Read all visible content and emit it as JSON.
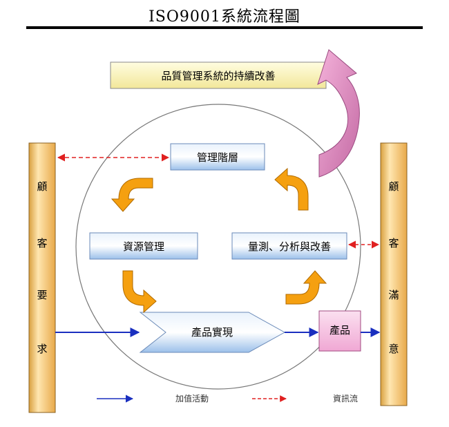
{
  "title": "ISO9001系統流程圖",
  "boxes": {
    "improvement": "品質管理系統的持續改善",
    "management": "管理階層",
    "resource": "資源管理",
    "measurement": "量測、分析與改善",
    "realization": "產品實現",
    "product": "產品"
  },
  "left_bar": [
    "顧",
    "客",
    "要",
    "求"
  ],
  "right_bar": [
    "顧",
    "客",
    "滿",
    "意"
  ],
  "legend": {
    "value_activity": "加值活動",
    "info_flow": "資訊流"
  },
  "colors": {
    "box_blue": "#bcd6f2",
    "orange_arrow": "#f5a010",
    "bar_fill": "#f4c878",
    "pink": "#e47ab8",
    "info_red": "#e02020",
    "flow_blue": "#1a2fbf"
  }
}
